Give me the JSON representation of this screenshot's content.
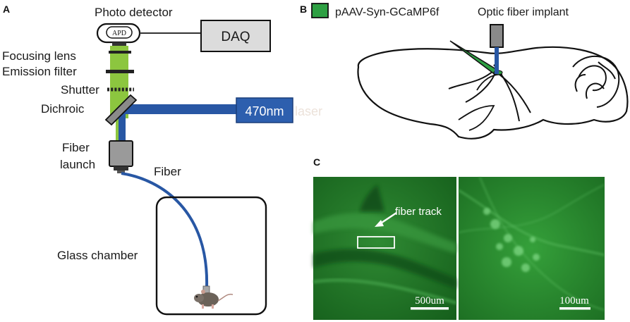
{
  "panel_a": {
    "letter": "A",
    "photo_detector": "Photo detector",
    "apd": "APD",
    "daq": "DAQ",
    "focusing_lens": "Focusing lens",
    "emission_filter": "Emission filter",
    "shutter": "Shutter",
    "dichroic": "Dichroic",
    "fiber_launch_1": "Fiber",
    "fiber_launch_2": "launch",
    "laser_wavelength": "470nm",
    "laser_word": "laser",
    "fiber": "Fiber",
    "glass_chamber": "Glass chamber"
  },
  "panel_b": {
    "letter": "B",
    "virus": "pAAV-Syn-GCaMP6f",
    "implant": "Optic fiber implant"
  },
  "panel_c": {
    "letter": "C",
    "fiber_track": "fiber track",
    "scale_left": "500um",
    "scale_right": "100um"
  },
  "colors": {
    "emission_green": "#8cc63f",
    "laser_blue": "#2857a4",
    "virus_green": "#2ea043",
    "micrograph_bg": "#1f7a26"
  }
}
